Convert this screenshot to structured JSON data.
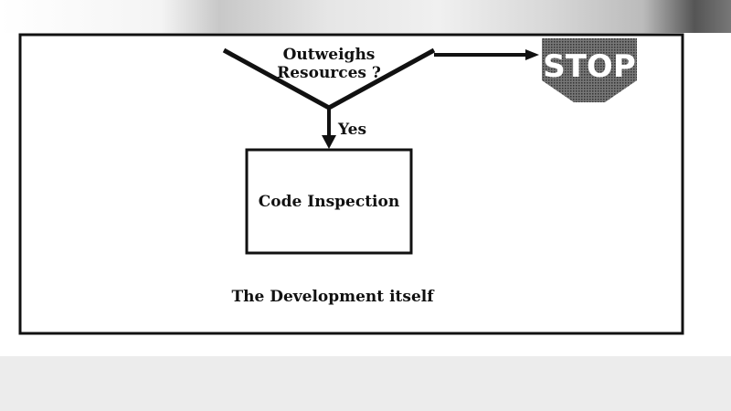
{
  "diagram": {
    "decision_text_partial": "Outweighs",
    "decision_text": "Resources ?",
    "yes_label": "Yes",
    "process_box": "Code Inspection",
    "stop_sign": "STOP",
    "caption": "The Development itself"
  }
}
